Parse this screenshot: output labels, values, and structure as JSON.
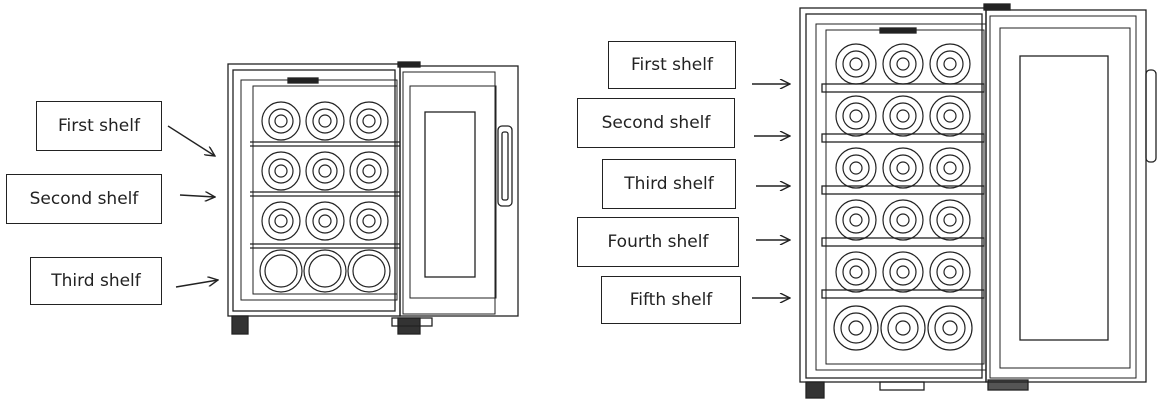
{
  "small_cooler": {
    "shelf_labels": [
      "First shelf",
      "Second shelf",
      "Third shelf"
    ]
  },
  "large_cooler": {
    "shelf_labels": [
      "First shelf",
      "Second shelf",
      "Third shelf",
      "Fourth shelf",
      "Fifth shelf"
    ]
  }
}
